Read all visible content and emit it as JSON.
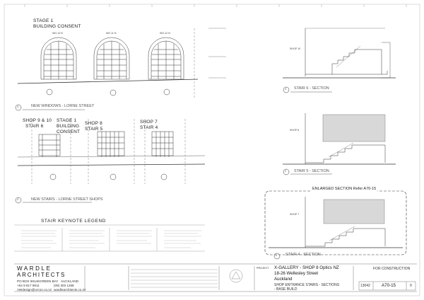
{
  "drawings": {
    "windows": {
      "stage_label": "STAGE 1",
      "consent_label": "BUILDING CONSENT",
      "window_tags": [
        "WG.13 N",
        "WG.11 N",
        "WG.12 N"
      ],
      "view_title": "NEW WINDOWS - LORNE STREET",
      "view_number": "3"
    },
    "stairs_elevation": {
      "labels": [
        "SHOP 9 & 10",
        "STAIR 6",
        "STAGE 1",
        "BUILDING",
        "CONSENT",
        "SHOP 8",
        "STAIR 5",
        "SHOP 7",
        "STAIR 4"
      ],
      "view_title": "NEW STAIRS - LORNE STREET SHOPS",
      "view_number": "3"
    },
    "keynote_legend": {
      "title": "STAIR KEYNOTE LEGEND"
    },
    "sections": [
      {
        "title": "STAIR 6 - SECTION",
        "shop": "SHOP 10",
        "view_number": "3"
      },
      {
        "title": "STAIR 5 - SECTION",
        "shop": "SHOP 8",
        "view_number": "2"
      },
      {
        "title": "STAIR 4 - SECTION",
        "shop": "SHOP 7",
        "view_number": "1"
      }
    ],
    "enlarged_section_label": "ENLARGED SECTION  Refer A70-15"
  },
  "title_block": {
    "firm_name_line1": "WARDLE",
    "firm_name_line2": "ARCHITECTS",
    "firm_address": [
      "PO BOX 90146",
      "GREEN BAY",
      "AUCKLAND"
    ],
    "firm_phone": "+64 9 817 8911",
    "firm_fax": "(09) 303 1268",
    "firm_email": "AWdesign@orcon.co.nz",
    "firm_web": "wardlearchitects.co.nz",
    "project_heading": "PROJECT",
    "project_name": "X-GALLERY - SHOP 8 Optics NZ",
    "project_address": "18-26 Wellesley Street",
    "project_city": "Auckland",
    "drawing_title_line1": "SHOP ENTRANCE STAIRS - SECTIONS",
    "drawing_title_line2": "- BASE BUILD",
    "status": "FOR CONSTRUCTION",
    "job_number": "13042",
    "sheet_number": "A70-15",
    "revision": "0"
  }
}
